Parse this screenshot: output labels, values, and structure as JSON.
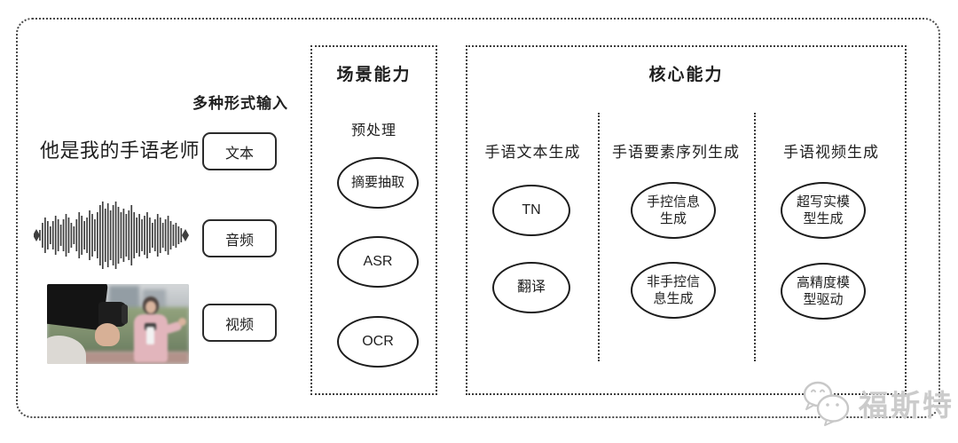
{
  "input_section": {
    "title": "多种形式输入",
    "sample_text": "他是我的手语老师",
    "waveform_icon": "audio-waveform",
    "video_thumbnail": "camera-filming-reporter-photo",
    "items": [
      {
        "label": "文本"
      },
      {
        "label": "音频"
      },
      {
        "label": "视频"
      }
    ]
  },
  "scene_box": {
    "title": "场景能力",
    "subtitle": "预处理",
    "nodes": [
      {
        "label": "摘要抽取"
      },
      {
        "label": "ASR"
      },
      {
        "label": "OCR"
      }
    ]
  },
  "core_box": {
    "title": "核心能力",
    "columns": [
      {
        "header": "手语文本生成",
        "nodes": [
          {
            "label": "TN"
          },
          {
            "label": "翻译"
          }
        ]
      },
      {
        "header": "手语要素序列生成",
        "nodes": [
          {
            "label": "手控信息生成"
          },
          {
            "label": "非手控信息生成"
          }
        ]
      },
      {
        "header": "手语视频生成",
        "nodes": [
          {
            "label": "超写实模型生成"
          },
          {
            "label": "高精度模型驱动"
          }
        ]
      }
    ]
  },
  "watermark": {
    "icon": "chat-bubbles-icon",
    "text": "福斯特"
  },
  "colors": {
    "ink": "#1f1f1f",
    "border": "#3d3d3d",
    "watermark": "#cbcbcb"
  }
}
